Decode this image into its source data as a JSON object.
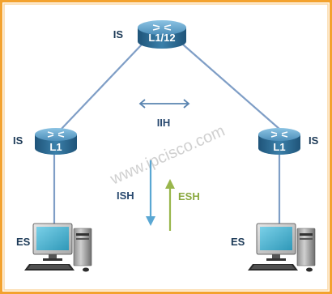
{
  "colors": {
    "frame_outer": "#f3a22e",
    "frame_inner": "#fbd7a3",
    "link": "#7f9ec6",
    "router_dark": "#2f6f97",
    "router_light": "#6aa8cf",
    "text_dark": "#1c3a57",
    "ish_arrow": "#5aa7d3",
    "esh_arrow": "#99b64c",
    "esh_text": "#8aa83f",
    "watermark": "#c8c8c8"
  },
  "routers": {
    "top": {
      "tag": "IS",
      "name": "L1/12"
    },
    "left": {
      "tag": "IS",
      "name": "L1"
    },
    "right": {
      "tag": "IS",
      "name": "L1"
    }
  },
  "end_systems": {
    "left": {
      "tag": "ES"
    },
    "right": {
      "tag": "ES"
    }
  },
  "messages": {
    "iih": "IIH",
    "ish": "ISH",
    "esh": "ESH"
  },
  "watermark": "www.ipcisco.com"
}
